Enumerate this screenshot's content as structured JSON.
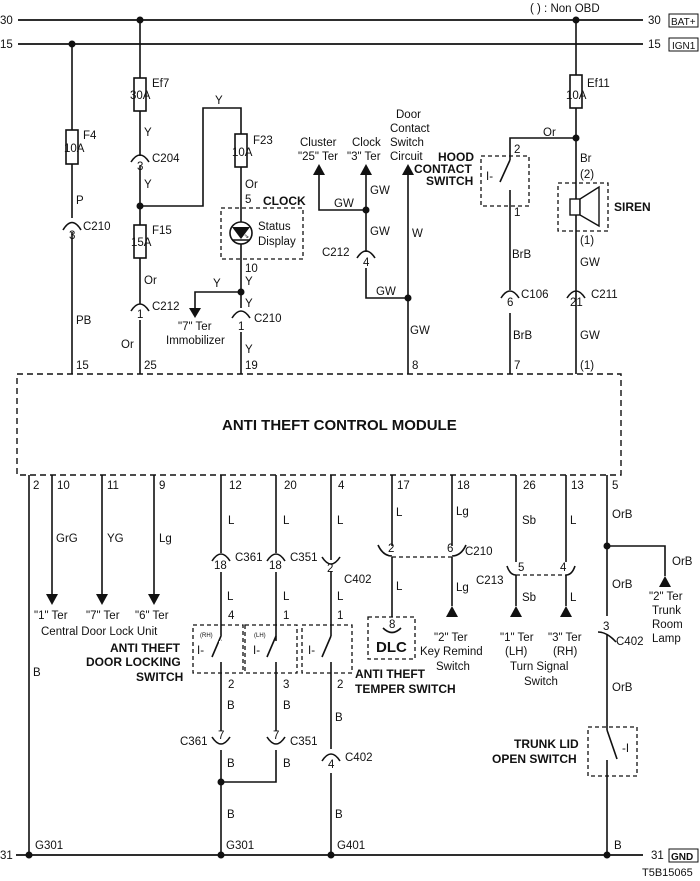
{
  "header": {
    "note": "( ) : Non OBD"
  },
  "rails": {
    "bat": {
      "num": "30",
      "tag": "BAT+"
    },
    "ign": {
      "num": "15",
      "tag": "IGN1"
    },
    "gnd": {
      "num": "31",
      "tag": "GND"
    }
  },
  "module": {
    "title": "ANTI THEFT CONTROL MODULE"
  },
  "fuses": {
    "ef7": {
      "name": "Ef7",
      "rating": "30A"
    },
    "f4": {
      "name": "F4",
      "rating": "10A"
    },
    "f15": {
      "name": "F15",
      "rating": "15A"
    },
    "f23": {
      "name": "F23",
      "rating": "10A"
    },
    "ef11": {
      "name": "Ef11",
      "rating": "10A"
    }
  },
  "connectors": {
    "c204_3": {
      "name": "C204",
      "pin": "3"
    },
    "c210_3": {
      "name": "C210",
      "pin": "3"
    },
    "c212_1": {
      "name": "C212",
      "pin": "1"
    },
    "c210_1": {
      "name": "C210",
      "pin": "1"
    },
    "c212_4": {
      "name": "C212",
      "pin": "4"
    },
    "c106_6": {
      "name": "C106",
      "pin": "6"
    },
    "c211_21": {
      "name": "C211",
      "pin": "21"
    },
    "c361_18": {
      "name": "C361",
      "pin": "18"
    },
    "c351_18": {
      "name": "C351",
      "pin": "18"
    },
    "c402_2": {
      "name": "C402",
      "pin": "2"
    },
    "c210_2": {
      "pin": "2"
    },
    "c210_6": {
      "name": "C210",
      "pin": "6"
    },
    "c213_5": {
      "name": "C213",
      "pin": "5"
    },
    "c213_4": {
      "pin": "4"
    },
    "c402_3": {
      "name": "C402",
      "pin": "3"
    },
    "c361_7": {
      "name": "C361",
      "pin": "7"
    },
    "c351_7": {
      "name": "C351",
      "pin": "7"
    },
    "c402_4": {
      "name": "C402",
      "pin": "4"
    },
    "dlc_8": {
      "pin": "8"
    }
  },
  "wires": {
    "p": "P",
    "pb": "PB",
    "y": "Y",
    "or": "Or",
    "gw": "GW",
    "w": "W",
    "brb": "BrB",
    "br": "Br",
    "l": "L",
    "grg": "GrG",
    "yg": "YG",
    "lg": "Lg",
    "sb": "Sb",
    "orb": "OrB",
    "b": "B"
  },
  "module_pins_top": [
    "15",
    "25",
    "19",
    "8",
    "7",
    "(1)"
  ],
  "module_pins_bottom": [
    "2",
    "10",
    "11",
    "9",
    "12",
    "20",
    "4",
    "17",
    "18",
    "26",
    "13",
    "5"
  ],
  "components": {
    "clock": {
      "title": "CLOCK",
      "line1": "Status",
      "line2": "Display",
      "pin_in": "5",
      "pin_out": "10"
    },
    "siren": {
      "title": "SIREN",
      "pin_in": "(2)",
      "pin_out": "(1)"
    },
    "hood": {
      "line1": "HOOD",
      "line2": "CONTACT",
      "line3": "SWITCH",
      "pin_in": "2",
      "pin_out": "1"
    },
    "dlc": {
      "title": "DLC"
    },
    "door_lock_sw": {
      "line1": "ANTI THEFT",
      "line2": "DOOR LOCKING",
      "line3": "SWITCH",
      "rh": "(RH)",
      "lh": "(LH)",
      "rh_in": "4",
      "rh_out": "2",
      "lh_in": "1",
      "lh_out": "3"
    },
    "temper_sw": {
      "line1": "ANTI THEFT",
      "line2": "TEMPER SWITCH",
      "pin_in": "1",
      "pin_out": "2"
    },
    "trunk_sw": {
      "line1": "TRUNK LID",
      "line2": "OPEN SWITCH"
    }
  },
  "terminals": {
    "immobilizer": {
      "line1": "\"7\" Ter",
      "line2": "Immobilizer"
    },
    "cluster": {
      "line1": "Cluster",
      "line2": "\"25\" Ter"
    },
    "clock3": {
      "line1": "Clock",
      "line2": "\"3\" Ter"
    },
    "door_contact": {
      "line1": "Door",
      "line2": "Contact",
      "line3": "Switch",
      "line4": "Circuit"
    },
    "cdl1": "\"1\" Ter",
    "cdl7": "\"7\" Ter",
    "cdl6": "\"6\" Ter",
    "cdl_unit": "Central Door Lock Unit",
    "key_remind": {
      "line1": "\"2\" Ter",
      "line2": "Key Remind",
      "line3": "Switch"
    },
    "turn_lh": {
      "line1": "\"1\" Ter",
      "line2": "(LH)"
    },
    "turn_rh": {
      "line1": "\"3\" Ter",
      "line2": "(RH)"
    },
    "turn_sw": {
      "line1": "Turn Signal",
      "line2": "Switch"
    },
    "trunk_lamp": {
      "line1": "\"2\" Ter",
      "line2": "Trunk",
      "line3": "Room",
      "line4": "Lamp"
    }
  },
  "grounds": {
    "g301a": "G301",
    "g301b": "G301",
    "g401": "G401"
  },
  "figure_id": "T5B15065"
}
